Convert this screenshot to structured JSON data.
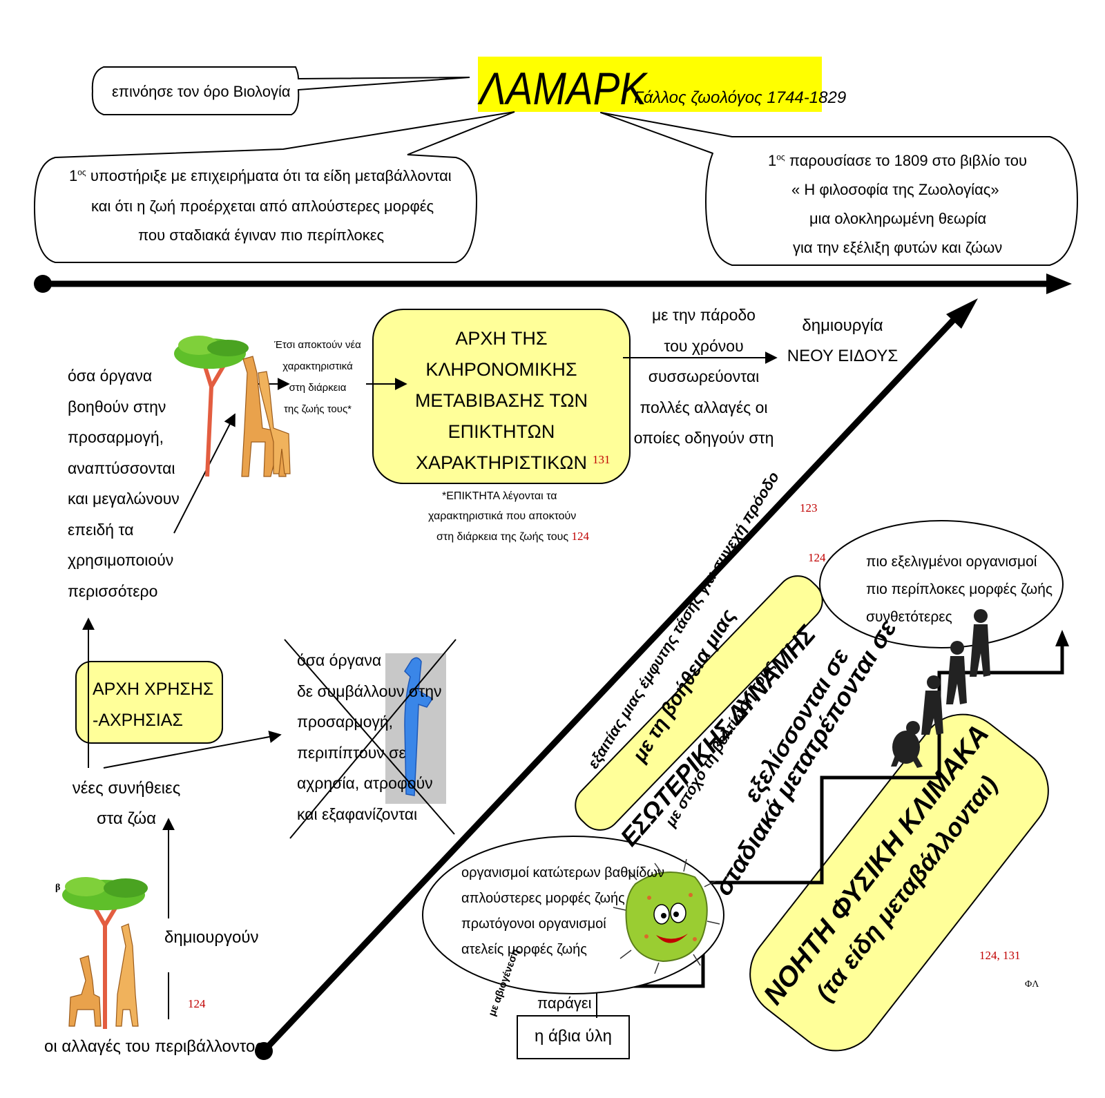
{
  "title": {
    "name": "ΛΑΜΑΡΚ",
    "subtitle": "Γάλλος ζωολόγος 1744-1829"
  },
  "bubbles": {
    "biology": "επινόησε τον όρο Βιολογία",
    "left": {
      "sup": "ος",
      "lines": [
        "υποστήριξε με επιχειρήματα ότι τα είδη μεταβάλλονται",
        "και ότι η ζωή προέρχεται από απλούστερες μορφές",
        "που σταδιακά έγιναν πιο περίπλοκες"
      ],
      "prefix": "1"
    },
    "right": {
      "prefix": "1",
      "sup": "ος",
      "lines": [
        "παρουσίασε το 1809 στο βιβλίο του",
        "« Η φιλοσοφία της Ζωολογίας»",
        "μια ολοκληρωμένη θεωρία",
        "για την εξέλιξη φυτών και ζώων"
      ]
    }
  },
  "use_disuse": {
    "organs_used": [
      "όσα όργανα",
      "βοηθούν στην",
      "προσαρμογή,",
      "αναπτύσσονται",
      "και μεγαλώνουν",
      "επειδή τα",
      "χρησιμοποιούν",
      "περισσότερο"
    ],
    "principle": [
      "ΑΡΧΗ ΧΡΗΣΗΣ",
      "-ΑΧΡΗΣΙΑΣ"
    ],
    "organs_unused": [
      "όσα όργανα",
      "δε συμβάλλουν στην",
      "προσαρμογή,",
      "περιπίπτουν σε",
      "αχρησία, ατροφούν",
      "και εξαφανίζονται"
    ],
    "new_habits": [
      "νέες συνήθειες",
      "στα ζώα"
    ],
    "create": "δημιουργούν",
    "env_changes": "οι αλλαγές του περιβάλλοντος",
    "ref_124": "124",
    "figure_letter": "β"
  },
  "inheritance": {
    "acquire": [
      "Έτσι αποκτούν νέα",
      "χαρακτηριστικά",
      "στη διάρκεια",
      "της ζωής τους*"
    ],
    "principle": [
      "ΑΡΧΗ ΤΗΣ",
      "ΚΛΗΡΟΝΟΜΙΚΗΣ",
      "ΜΕΤΑΒΙΒΑΣΗΣ ΤΩΝ",
      "ΕΠΙΚΤΗΤΩΝ",
      "ΧΑΡΑΚΤΗΡΙΣΤΙΚΩΝ"
    ],
    "ref_131": "131",
    "footnote": [
      "*ΕΠΙΚΤΗΤΑ λέγονται τα",
      "χαρακτηριστικά που αποκτούν",
      "στη διάρκεια της ζωής τους"
    ],
    "ref_124": "124",
    "time": [
      "με την πάροδο",
      "του χρόνου",
      "συσσωρεύονται",
      "πολλές αλλαγές οι",
      "οποίες οδηγούν στη"
    ],
    "new_species": [
      "δημιουργία",
      "ΝΕΟΥ ΕΙΔΟΥΣ"
    ]
  },
  "scale": {
    "diag1": "εξαιτίας μιας έμφυτης τάσης για συνεχή πρόοδο",
    "ref_123": "123",
    "diag2": "με τη βοήθεια μιας",
    "inner_force": "ΕΣΩΤΕΡΙΚΗΣ ΔΥΝΑΜΗΣ",
    "ref_124": "124",
    "diag3": "με στόχο τη βελτίωσή τους",
    "evolve": "εξελίσσονται σε",
    "transform": "σταδιακά μετατρέπονται σε",
    "advanced": [
      "πιο εξελιγμένοι οργανισμοί",
      "πιο περίπλοκες μορφές ζωής",
      "συνθετότερες"
    ],
    "lower": [
      "οργανισμοί κατώτερων βαθμίδων",
      "απλούστερες μορφές ζωής",
      "πρωτόγονοι οργανισμοί",
      "ατελείς μορφές ζωής"
    ],
    "abiogenesis": "με αβιογένεση",
    "produces": "παράγει",
    "inanimate": "η άβια ύλη",
    "natural_scale": [
      "ΝΟΗΤΗ ΦΥΣΙΚΗ ΚΛΙΜΑΚΑ",
      "(τα είδη μεταβάλλονται)"
    ],
    "ref_124_131": "124, 131",
    "signature": "ΦΛ"
  },
  "colors": {
    "highlight": "#ffff00",
    "box": "#ffff99",
    "ref": "#c00000",
    "figure": "#3a86e8",
    "microbe": "#9acd32"
  }
}
